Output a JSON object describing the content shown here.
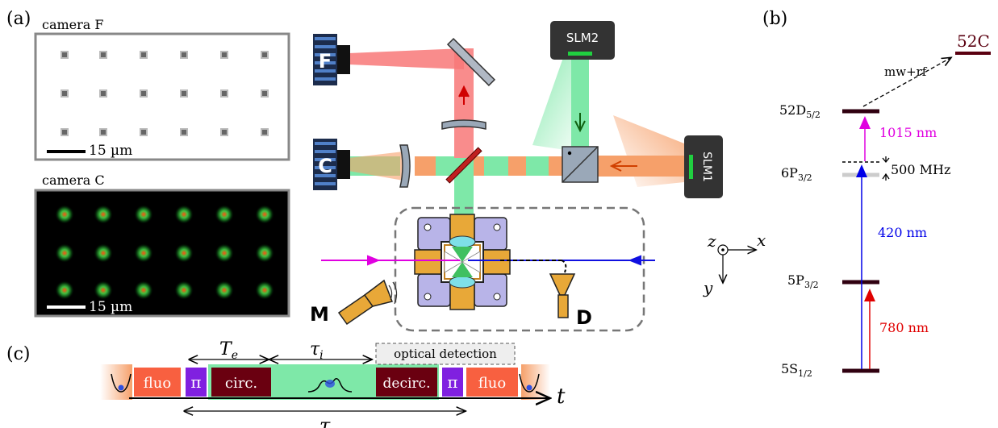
{
  "panel_a": {
    "label": "(a)",
    "camera_f": {
      "title": "camera F",
      "scale": "15 µm"
    },
    "camera_c": {
      "title": "camera C",
      "scale": "15 µm"
    },
    "slm2": "SLM2",
    "slm1": "SLM1",
    "cam_f_letter": "F",
    "cam_c_letter": "C",
    "mw_source": "M",
    "detector": "D",
    "axes": {
      "z": "z",
      "x": "x",
      "y": "y"
    }
  },
  "panel_b": {
    "label": "(b)",
    "levels": {
      "target": "52C",
      "d52": "52D",
      "d52_sub": "5/2",
      "p6": "6P",
      "p6_sub": "3/2",
      "p5": "5P",
      "p5_sub": "3/2",
      "s5": "5S",
      "s5_sub": "1/2"
    },
    "transitions": {
      "mw": "mw+rf",
      "nm1015": "1015 nm",
      "detuning": "500 MHz",
      "nm420": "420 nm",
      "nm780": "780 nm"
    },
    "colors": {
      "nm1015": "#e000e0",
      "nm420": "#0000e8",
      "nm780": "#e00000",
      "target": "#5a0010"
    }
  },
  "panel_c": {
    "label": "(c)",
    "blocks": {
      "fluo1": "fluo",
      "pi1": "π",
      "circ": "circ.",
      "decirc": "decirc.",
      "pi2": "π",
      "fluo2": "fluo"
    },
    "labels": {
      "Te": "T",
      "Te_sub": "e",
      "tau_i": "τ",
      "tau_i_sub": "i",
      "optical": "optical detection",
      "tau": "τ",
      "t": "t"
    }
  }
}
